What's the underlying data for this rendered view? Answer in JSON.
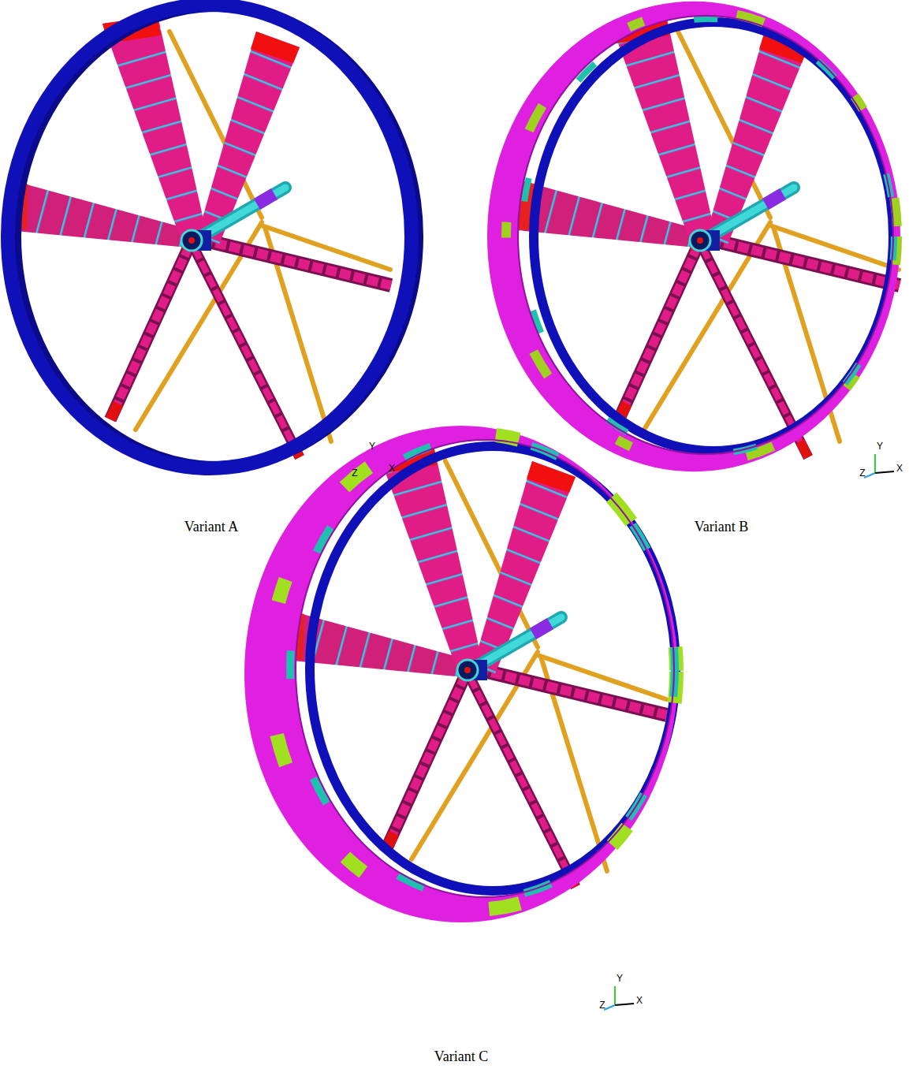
{
  "diagram": {
    "labels": [
      "Variant A",
      "Variant B",
      "Variant C",
      "Y",
      "Z",
      "X",
      "Y",
      "Z",
      "X",
      "Y",
      "Z",
      "X"
    ]
  }
}
